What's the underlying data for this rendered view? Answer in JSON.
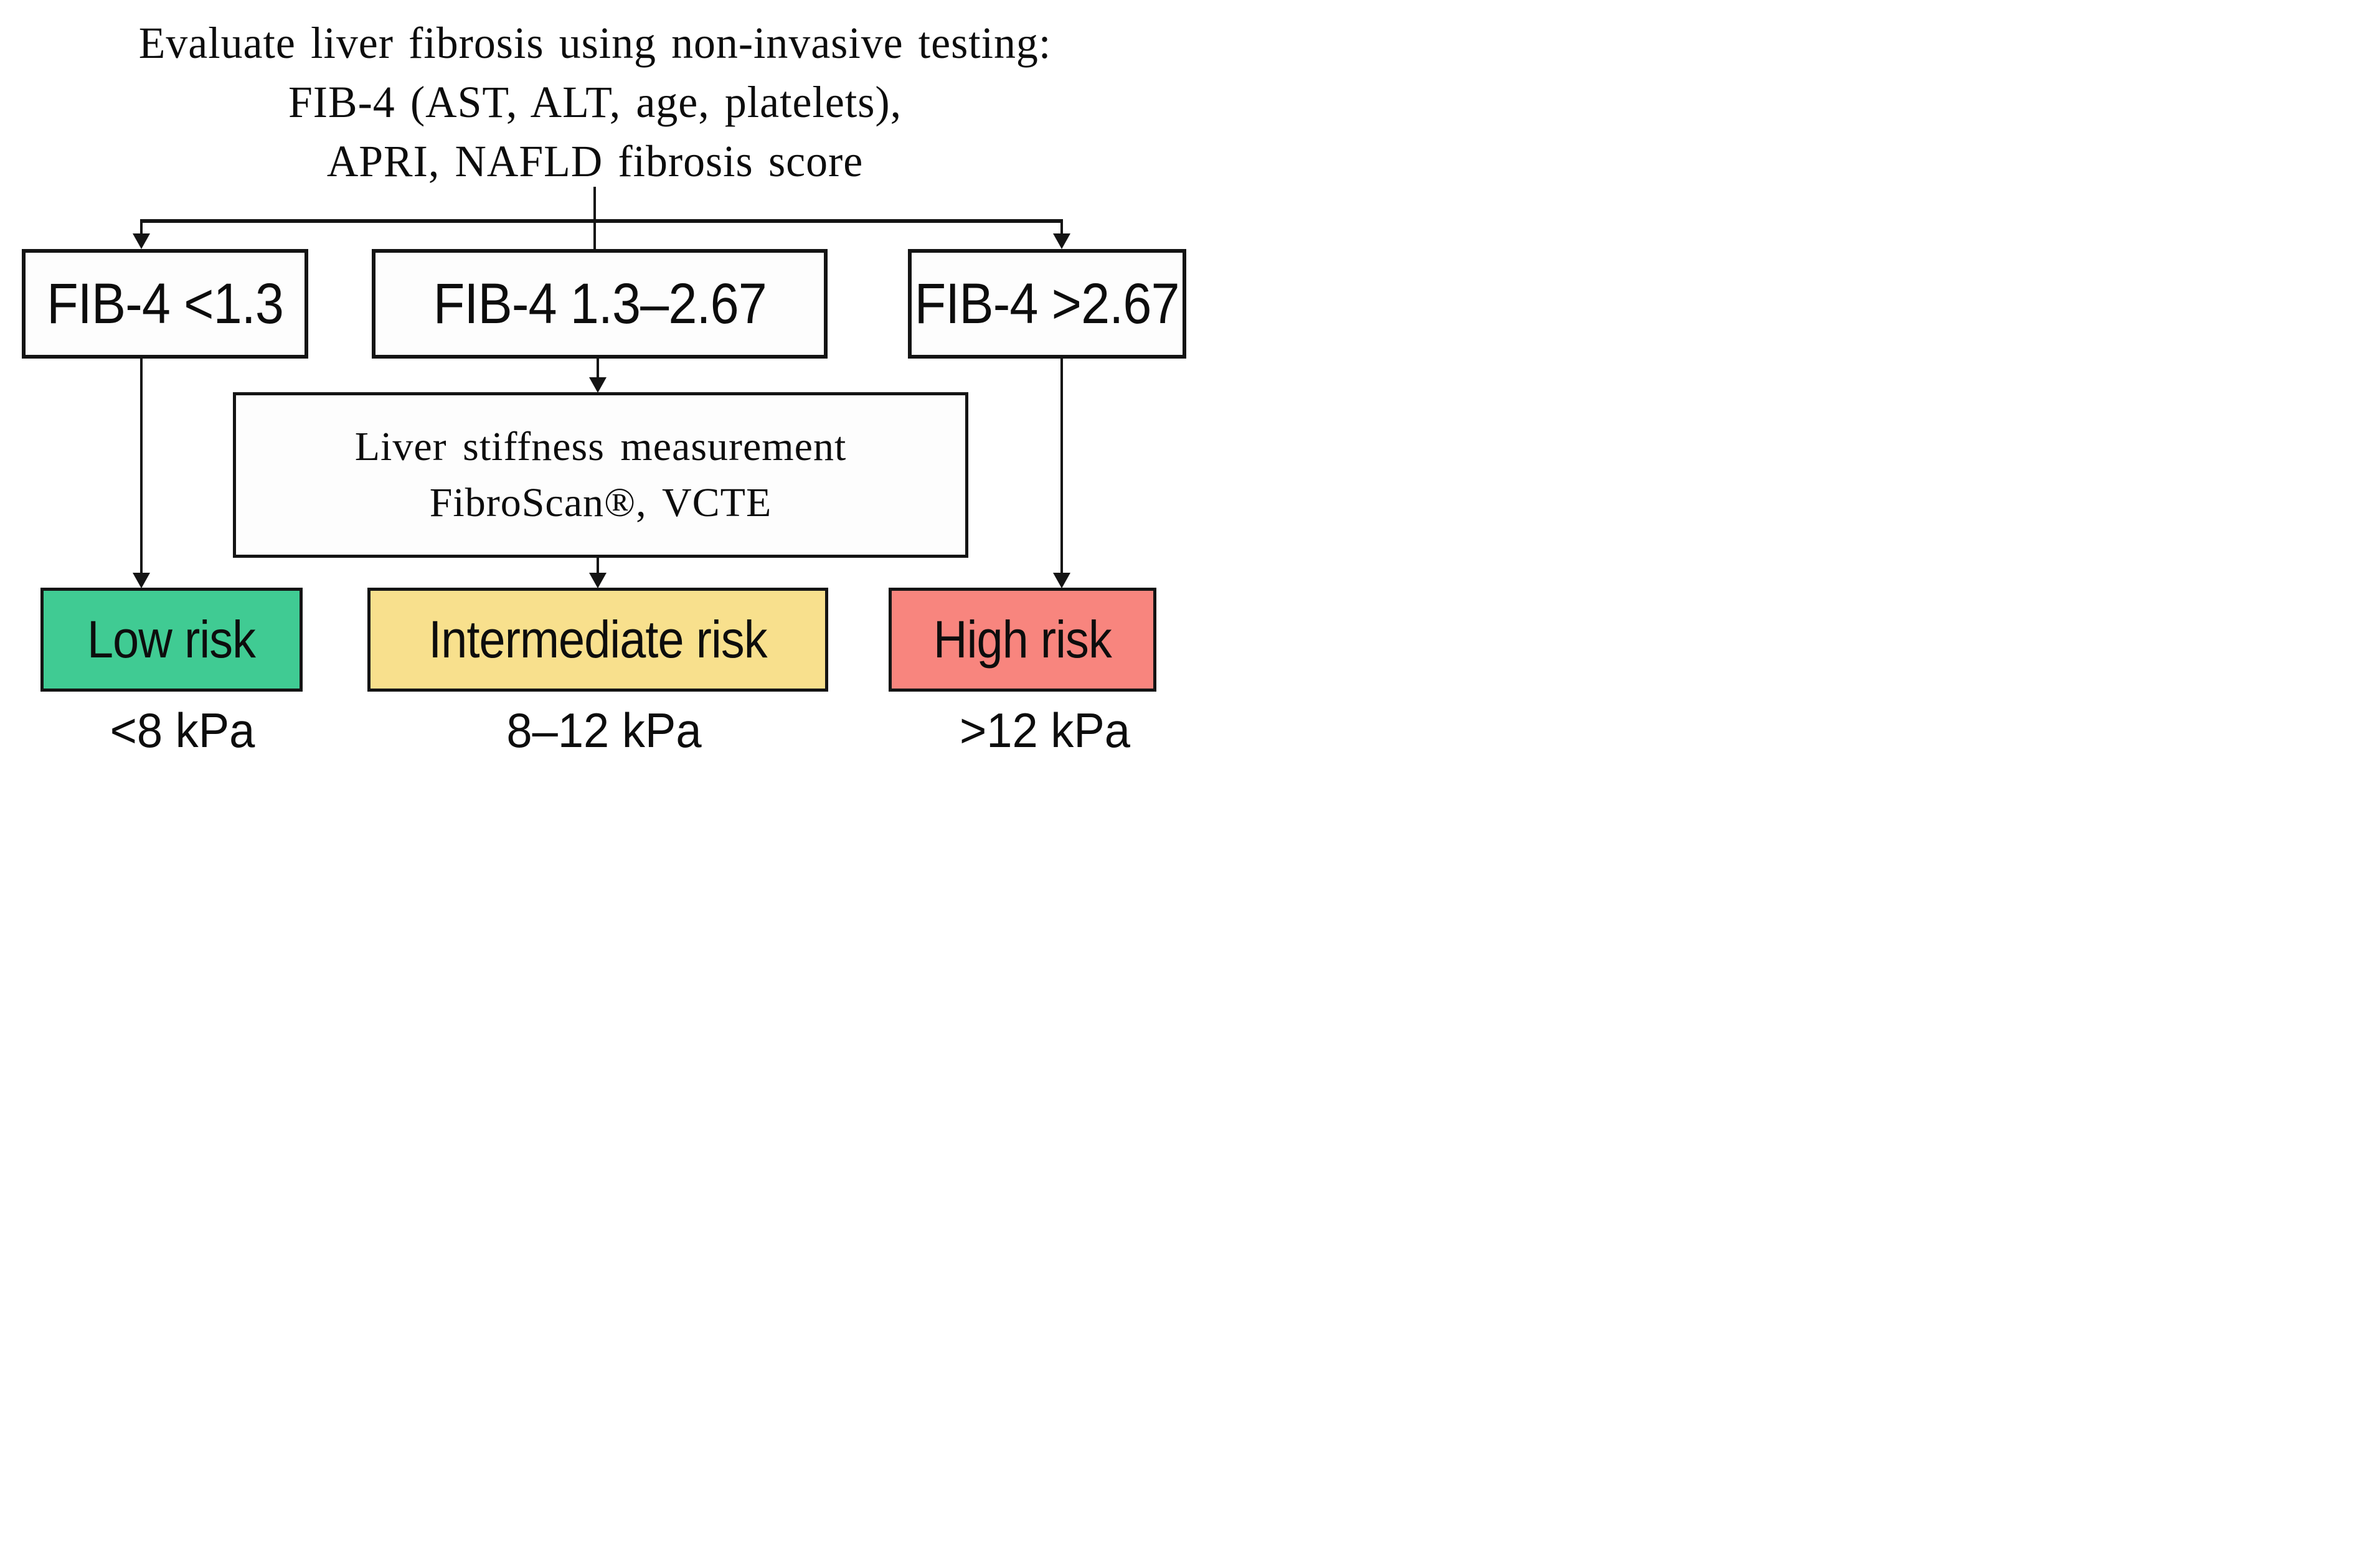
{
  "title": {
    "lines": [
      "Evaluate liver fibrosis using non-invasive testing:",
      "FIB-4 (AST, ALT, age, platelets),",
      "APRI, NAFLD fibrosis score"
    ]
  },
  "branch_row": {
    "boxes": [
      {
        "id": "fib4-low",
        "label": "FIB-4 <1.3"
      },
      {
        "id": "fib4-mid",
        "label": "FIB-4 1.3–2.67"
      },
      {
        "id": "fib4-high",
        "label": "FIB-4 >2.67"
      }
    ]
  },
  "lsm_box": {
    "line1": "Liver stiffness measurement",
    "line2": "FibroScan®, VCTE"
  },
  "risk_row": {
    "boxes": [
      {
        "id": "low-risk",
        "label": "Low risk",
        "kpa": "<8 kPa",
        "fill": "#40cb93"
      },
      {
        "id": "intermediate-risk",
        "label": "Intermediate risk",
        "kpa": "8–12 kPa",
        "fill": "#f8e08d"
      },
      {
        "id": "high-risk",
        "label": "High risk",
        "kpa": ">12 kPa",
        "fill": "#f8857e"
      }
    ]
  },
  "colors": {
    "line": "#141414",
    "box_border": "#141414",
    "text": "#0d0d0d",
    "background": "#ffffff",
    "low_risk_fill": "#40cb93",
    "intermediate_risk_fill": "#f8e08d",
    "high_risk_fill": "#f8857e"
  }
}
